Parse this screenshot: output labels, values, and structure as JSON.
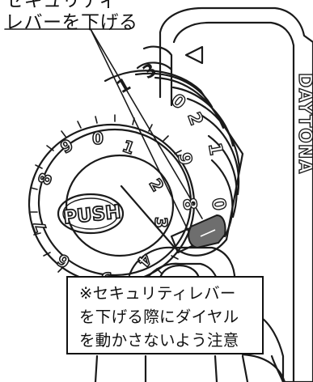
{
  "callout_top": {
    "line_1": "セキュリティ",
    "line_2": "レバーを下げる"
  },
  "notice": {
    "line_1": "※セキュリティレバー",
    "line_2": "を下げる際にダイヤル",
    "line_3": "を動かさないよう注意"
  },
  "dial": {
    "center_label": "PUSH",
    "outer_digits": [
      "0",
      "1",
      "2",
      "3",
      "4",
      "5",
      "6",
      "7",
      "8",
      "9"
    ],
    "code_wheel_digits": [
      "3",
      "1",
      "0",
      "2",
      "9",
      "1",
      "8",
      "0"
    ]
  },
  "brand_logo_text": "DAYTONA",
  "colors": {
    "line": "#1a1a1a",
    "lever_fill": "#6e6e6e",
    "background": "#ffffff"
  }
}
